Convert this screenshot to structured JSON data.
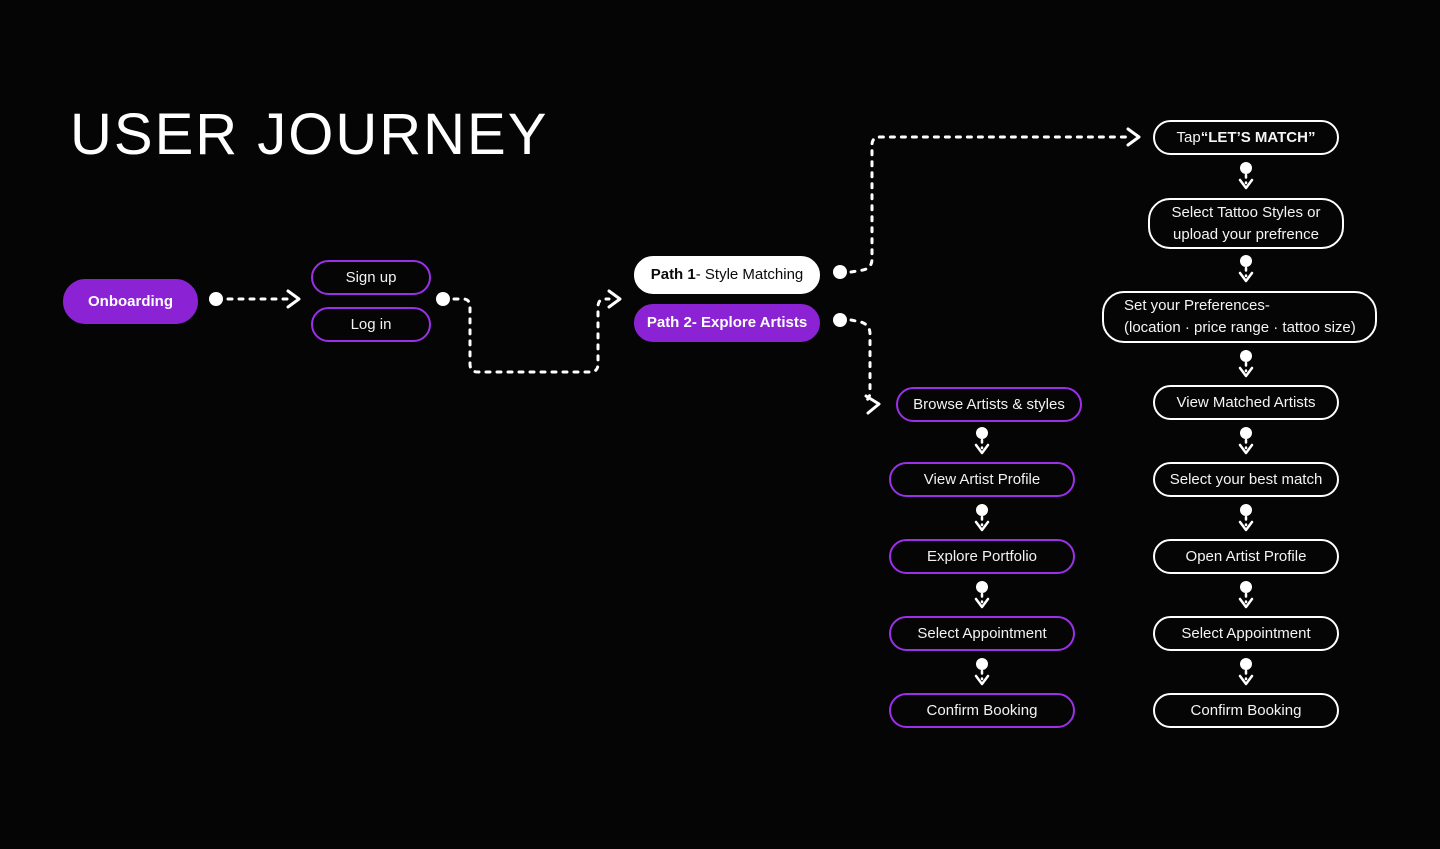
{
  "title": "USER JOURNEY",
  "colors": {
    "background": "#050505",
    "purple_fill": "#8B22D4",
    "purple_border": "#9B30E8",
    "white": "#ffffff"
  },
  "nodes": {
    "onboarding": {
      "label": "Onboarding",
      "style": "filled-purple"
    },
    "sign_up": {
      "label": "Sign up",
      "style": "outline-purple"
    },
    "log_in": {
      "label": "Log in",
      "style": "outline-purple"
    },
    "path1": {
      "strong": "Path 1",
      "rest": "- Style Matching",
      "style": "filled-white"
    },
    "path2": {
      "strong": "Path 2",
      "rest": "- Explore Artists",
      "style": "filled-purple"
    }
  },
  "path1_steps": [
    {
      "prefix": "Tap ",
      "strong": "“LET’S MATCH”",
      "label": "Tap “LET’S MATCH”",
      "style": "outline-white"
    },
    {
      "line1": "Select Tattoo Styles or",
      "line2": "upload your prefrence",
      "style": "outline-white"
    },
    {
      "line1": "Set your Preferences-",
      "line2": "(location · price range · tattoo size)",
      "style": "outline-white"
    },
    {
      "label": "View Matched Artists",
      "style": "outline-white"
    },
    {
      "label": "Select your best match",
      "style": "outline-white"
    },
    {
      "label": "Open Artist Profile",
      "style": "outline-white"
    },
    {
      "label": "Select Appointment",
      "style": "outline-white"
    },
    {
      "label": "Confirm Booking",
      "style": "outline-white"
    }
  ],
  "path2_steps": [
    {
      "label": "Browse Artists & styles",
      "style": "outline-purple"
    },
    {
      "label": "View Artist Profile",
      "style": "outline-purple"
    },
    {
      "label": "Explore Portfolio",
      "style": "outline-purple"
    },
    {
      "label": "Select Appointment",
      "style": "outline-purple"
    },
    {
      "label": "Confirm Booking",
      "style": "outline-purple"
    }
  ]
}
